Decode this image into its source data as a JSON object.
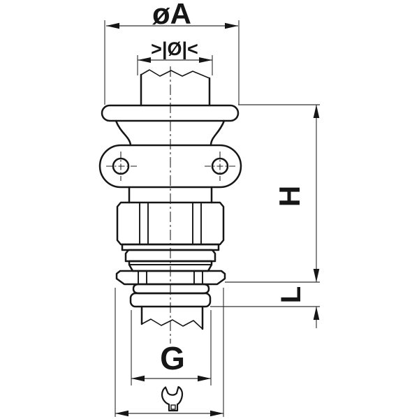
{
  "drawing": {
    "type": "technical-dimension-drawing",
    "labels": {
      "outer_diameter": "øA",
      "clamping_range": ">|Ø|<",
      "height": "H",
      "thread_length": "L",
      "thread_size": "G"
    },
    "symbols": {
      "wrench": "open-end-wrench-icon"
    },
    "colors": {
      "line": "#161616",
      "background": "#ffffff"
    }
  }
}
